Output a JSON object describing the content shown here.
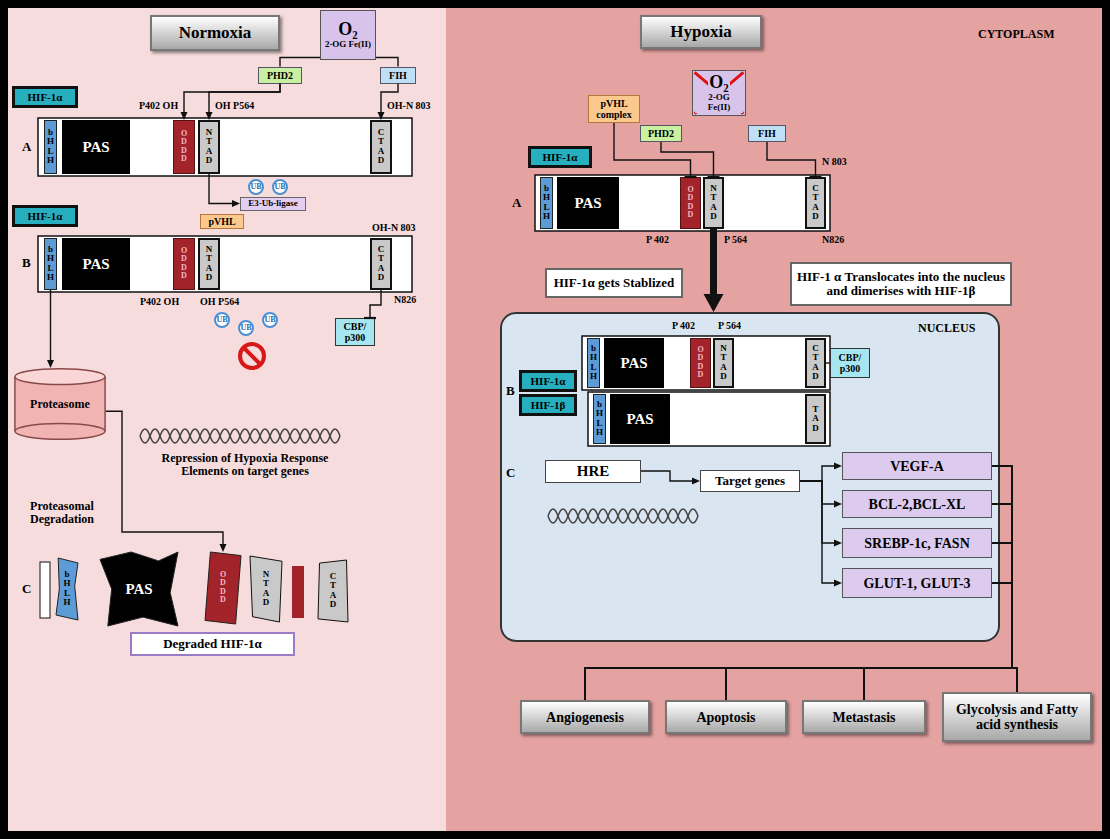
{
  "diagram": {
    "nodes": [
      {
        "text": [
          "Normoxia"
        ]
      },
      {
        "text": [
          "O₂",
          "2-OG Fe(II)"
        ]
      },
      {
        "text": [
          "PHD2"
        ]
      },
      {
        "text": [
          "FIH"
        ]
      },
      {
        "text": [
          "HIF-1α"
        ]
      },
      {
        "text": [
          "bHLH"
        ]
      },
      {
        "text": [
          "PAS"
        ]
      },
      {
        "text": [
          "ODDD"
        ]
      },
      {
        "text": [
          "NTAD"
        ]
      },
      {
        "text": [
          "CTAD"
        ]
      },
      {
        "text": [
          "E3-Ub-ligase"
        ]
      },
      {
        "text": [
          "UB"
        ]
      },
      {
        "text": [
          "UB"
        ]
      },
      {
        "text": [
          "HIF-1α"
        ]
      },
      {
        "text": [
          "pVHL"
        ]
      },
      {
        "text": [
          "bHLH"
        ]
      },
      {
        "text": [
          "PAS"
        ]
      },
      {
        "text": [
          "ODDD"
        ]
      },
      {
        "text": [
          "NTAD"
        ]
      },
      {
        "text": [
          "CTAD"
        ]
      },
      {
        "text": [
          "UB"
        ]
      },
      {
        "text": [
          "UB"
        ]
      },
      {
        "text": [
          "UB"
        ]
      },
      {
        "text": [
          "CBP/ p300"
        ]
      },
      {
        "text": [
          "Proteasome"
        ]
      },
      {
        "text": [
          "bHLH"
        ]
      },
      {
        "text": [
          "PAS"
        ]
      },
      {
        "text": [
          "ODDD"
        ]
      },
      {
        "text": [
          "NTAD"
        ]
      },
      {
        "text": [
          "CTAD"
        ]
      },
      {
        "text": [
          "Degraded HIF-1α"
        ]
      },
      {
        "text": [
          "CYTOPLASM"
        ]
      },
      {
        "text": [
          "Hypoxia"
        ],
        "in": 31
      },
      {
        "text": [
          "pVHL complex"
        ],
        "in": 31
      },
      {
        "text": [
          "O₂",
          "2-OG Fe(II)"
        ],
        "in": 31
      },
      {
        "text": [
          "PHD2"
        ],
        "in": 31
      },
      {
        "text": [
          "FIH"
        ],
        "in": 31
      },
      {
        "text": [
          "HIF-1α"
        ],
        "in": 31
      },
      {
        "text": [
          "bHLH"
        ],
        "in": 31
      },
      {
        "text": [
          "PAS"
        ],
        "in": 31
      },
      {
        "text": [
          "ODDD"
        ],
        "in": 31
      },
      {
        "text": [
          "NTAD"
        ],
        "in": 31
      },
      {
        "text": [
          "CTAD"
        ],
        "in": 31
      },
      {
        "text": [
          "HIF-1α gets Stablized"
        ],
        "in": 31
      },
      {
        "text": [
          "HIF-1 α Translocates into the nucleus and dimerises with HIF-1β"
        ],
        "in": 31
      },
      {
        "text": [
          "NUCLEUS"
        ],
        "in": 31
      },
      {
        "text": [
          "HIF-1α"
        ],
        "in": 45
      },
      {
        "text": [
          "HIF-1β"
        ],
        "in": 45
      },
      {
        "text": [
          "bHLH"
        ],
        "in": 45
      },
      {
        "text": [
          "PAS"
        ],
        "in": 45
      },
      {
        "text": [
          "ODDD"
        ],
        "in": 45
      },
      {
        "text": [
          "NTAD"
        ],
        "in": 45
      },
      {
        "text": [
          "CTAD"
        ],
        "in": 45
      },
      {
        "text": [
          "CBP/ p300"
        ],
        "in": 45
      },
      {
        "text": [
          "bHLH"
        ],
        "in": 45
      },
      {
        "text": [
          "PAS"
        ],
        "in": 45
      },
      {
        "text": [
          "TAD"
        ],
        "in": 45
      },
      {
        "text": [
          "HRE"
        ],
        "in": 45
      },
      {
        "text": [
          "Target genes"
        ],
        "in": 45
      },
      {
        "text": [
          "VEGF-A"
        ],
        "in": 45
      },
      {
        "text": [
          "BCL-2,BCL-XL"
        ],
        "in": 45
      },
      {
        "text": [
          "SREBP-1c, FASN"
        ],
        "in": 45
      },
      {
        "text": [
          "GLUT-1, GLUT-3"
        ],
        "in": 45
      },
      {
        "text": [
          "Angiogenesis"
        ],
        "in": 31
      },
      {
        "text": [
          "Apoptosis"
        ],
        "in": 31
      },
      {
        "text": [
          "Metastasis"
        ],
        "in": 31
      },
      {
        "text": [
          "Glycolysis and Fatty acid synthesis"
        ],
        "in": 31
      }
    ],
    "edges": [
      {
        "from": 1,
        "to": 2,
        "arrow": "none"
      },
      {
        "from": 1,
        "to": 3,
        "arrow": "none"
      },
      {
        "from": 2,
        "to": 7,
        "arrow": "to"
      },
      {
        "from": 2,
        "to": 8,
        "arrow": "to"
      },
      {
        "from": 3,
        "to": 9,
        "arrow": "to"
      },
      {
        "from": 8,
        "to": 10,
        "arrow": "to"
      },
      {
        "from": 19,
        "to": 23,
        "arrow": "none"
      },
      {
        "from": 15,
        "to": 24,
        "arrow": "to"
      },
      {
        "from": 24,
        "to": 27,
        "arrow": "to"
      },
      {
        "from": 33,
        "to": 40,
        "arrow": "none"
      },
      {
        "from": 35,
        "to": 41,
        "arrow": "none"
      },
      {
        "from": 36,
        "to": 42,
        "arrow": "none"
      },
      {
        "from": 41,
        "to": 45,
        "arrow": "to"
      },
      {
        "from": 52,
        "to": 53,
        "arrow": "none"
      },
      {
        "from": 57,
        "to": 58,
        "arrow": "to"
      },
      {
        "from": 58,
        "to": 59,
        "arrow": "to"
      },
      {
        "from": 58,
        "to": 60,
        "arrow": "to"
      },
      {
        "from": 58,
        "to": 61,
        "arrow": "to"
      },
      {
        "from": 58,
        "to": 62,
        "arrow": "to"
      },
      {
        "from": 59,
        "to": 63,
        "arrow": "none"
      },
      {
        "from": 59,
        "to": 64,
        "arrow": "none"
      },
      {
        "from": 59,
        "to": 65,
        "arrow": "none"
      },
      {
        "from": 59,
        "to": 66,
        "arrow": "none"
      },
      {
        "from": 60,
        "to": 63,
        "arrow": "none"
      },
      {
        "from": 60,
        "to": 64,
        "arrow": "none"
      },
      {
        "from": 60,
        "to": 65,
        "arrow": "none"
      },
      {
        "from": 60,
        "to": 66,
        "arrow": "none"
      },
      {
        "from": 61,
        "to": 63,
        "arrow": "none"
      },
      {
        "from": 61,
        "to": 64,
        "arrow": "none"
      },
      {
        "from": 61,
        "to": 65,
        "arrow": "none"
      },
      {
        "from": 61,
        "to": 66,
        "arrow": "none"
      },
      {
        "from": 62,
        "to": 63,
        "arrow": "none"
      },
      {
        "from": 62,
        "to": 64,
        "arrow": "none"
      },
      {
        "from": 62,
        "to": 65,
        "arrow": "none"
      },
      {
        "from": 62,
        "to": 66,
        "arrow": "none"
      }
    ],
    "labels": [
      "A",
      "P402 OH",
      "OH P564",
      "OH-N 803",
      "B",
      "OH-N 803",
      "P402 OH",
      "OH P564",
      "N826",
      "Repression of Hypoxia Response Elements on target genes",
      "Proteasomal Degradation",
      "C",
      "A",
      "N 803",
      "P 402",
      "P 564",
      "N826",
      "B",
      "P 402",
      "P 564",
      "C"
    ]
  }
}
